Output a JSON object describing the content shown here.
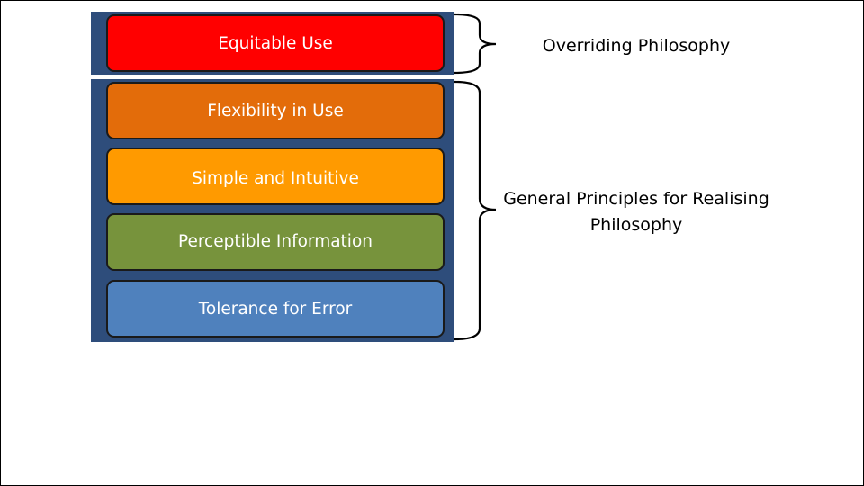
{
  "layers": [
    {
      "label": "Equitable Use",
      "color": "#ff0000"
    },
    {
      "label": "Flexibility in Use",
      "color": "#e36c0a"
    },
    {
      "label": "Simple and Intuitive",
      "color": "#ff9a00"
    },
    {
      "label": "Perceptible Information",
      "color": "#77933c"
    },
    {
      "label": "Tolerance for Error",
      "color": "#4f81bd"
    }
  ],
  "groups": {
    "philosophy_label": "Overriding Philosophy",
    "principles_label": "General Principles for Realising Philosophy"
  },
  "colors": {
    "backing_panel": "#2e4d7b",
    "outline": "#1a1a1a",
    "background": "#ffffff"
  }
}
